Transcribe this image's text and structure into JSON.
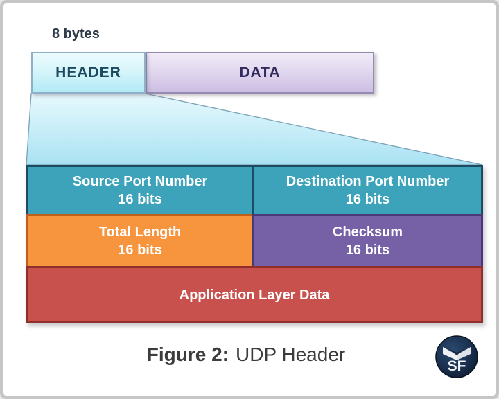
{
  "page": {
    "size_label": "8 bytes",
    "caption": {
      "prefix": "Figure 2:",
      "title": "UDP Header"
    },
    "logo": {
      "text": "SF",
      "icon": "open-book-icon"
    }
  },
  "packet_bar": {
    "segments": [
      {
        "label": "HEADER"
      },
      {
        "label": "DATA"
      }
    ]
  },
  "header_table": {
    "rows": [
      {
        "cells": [
          {
            "title": "Source Port Number",
            "size": "16 bits",
            "color_name": "teal"
          },
          {
            "title": "Destination Port Number",
            "size": "16 bits",
            "color_name": "teal"
          }
        ]
      },
      {
        "cells": [
          {
            "title": "Total Length",
            "size": "16 bits",
            "color_name": "orange"
          },
          {
            "title": "Checksum",
            "size": "16 bits",
            "color_name": "purple"
          }
        ]
      },
      {
        "cells": [
          {
            "title": "Application Layer Data",
            "size": "",
            "color_name": "red"
          }
        ]
      }
    ]
  },
  "colors": {
    "teal": "#3da3ba",
    "orange": "#f7943e",
    "purple": "#7661a6",
    "red": "#c9514d",
    "header_segment": "#b2eaf6",
    "data_segment": "#ccbde2",
    "expand_shape": "#b5e7f5",
    "logo_background": "#15283f",
    "caption_text": "#3c3c3c"
  }
}
